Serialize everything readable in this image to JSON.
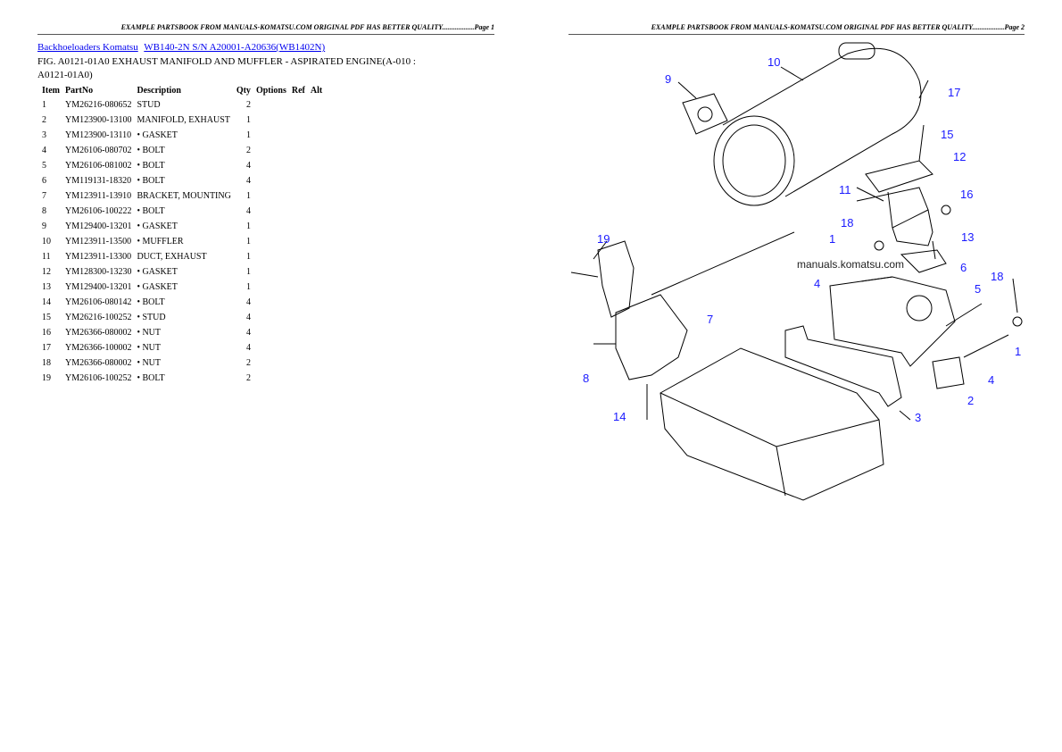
{
  "header": {
    "page1": "EXAMPLE PARTSBOOK FROM MANUALS-KOMATSU.COM ORIGINAL PDF HAS BETTER QUALITY..................Page 1",
    "page2": "EXAMPLE PARTSBOOK FROM MANUALS-KOMATSU.COM ORIGINAL PDF HAS BETTER QUALITY..................Page 2"
  },
  "breadcrumb": [
    "Backhoeloaders Komatsu",
    "WB140-2N S/N A20001-A20636(WB1402N)"
  ],
  "figure_title": "FIG. A0121-01A0 EXHAUST MANIFOLD AND MUFFLER - ASPIRATED ENGINE(A-010 : A0121-01A0)",
  "table": {
    "headers": [
      "Item",
      "PartNo",
      "Description",
      "Qty",
      "Options",
      "Ref",
      "Alt"
    ],
    "rows": [
      [
        "1",
        "YM26216-080652",
        "STUD",
        "2"
      ],
      [
        "2",
        "YM123900-13100",
        "MANIFOLD, EXHAUST",
        "1"
      ],
      [
        "3",
        "YM123900-13110",
        "• GASKET",
        "1"
      ],
      [
        "4",
        "YM26106-080702",
        "• BOLT",
        "2"
      ],
      [
        "5",
        "YM26106-081002",
        "• BOLT",
        "4"
      ],
      [
        "6",
        "YM119131-18320",
        "• BOLT",
        "4"
      ],
      [
        "7",
        "YM123911-13910",
        "BRACKET, MOUNTING",
        "1"
      ],
      [
        "8",
        "YM26106-100222",
        "• BOLT",
        "4"
      ],
      [
        "9",
        "YM129400-13201",
        "• GASKET",
        "1"
      ],
      [
        "10",
        "YM123911-13500",
        "• MUFFLER",
        "1"
      ],
      [
        "11",
        "YM123911-13300",
        "DUCT, EXHAUST",
        "1"
      ],
      [
        "12",
        "YM128300-13230",
        "• GASKET",
        "1"
      ],
      [
        "13",
        "YM129400-13201",
        "• GASKET",
        "1"
      ],
      [
        "14",
        "YM26106-080142",
        "• BOLT",
        "4"
      ],
      [
        "15",
        "YM26216-100252",
        "• STUD",
        "4"
      ],
      [
        "16",
        "YM26366-080002",
        "• NUT",
        "4"
      ],
      [
        "17",
        "YM26366-100002",
        "• NUT",
        "4"
      ],
      [
        "18",
        "YM26366-080002",
        "• NUT",
        "2"
      ],
      [
        "19",
        "YM26106-100252",
        "• BOLT",
        "2"
      ]
    ]
  },
  "diagram": {
    "watermark": "manuals.komatsu.com",
    "callout_color": "#1a1aff",
    "callouts": [
      "10",
      "9",
      "17",
      "15",
      "12",
      "11",
      "16",
      "18",
      "1",
      "13",
      "19",
      "6",
      "4",
      "18",
      "5",
      "7",
      "1",
      "4",
      "8",
      "2",
      "14",
      "3"
    ]
  }
}
